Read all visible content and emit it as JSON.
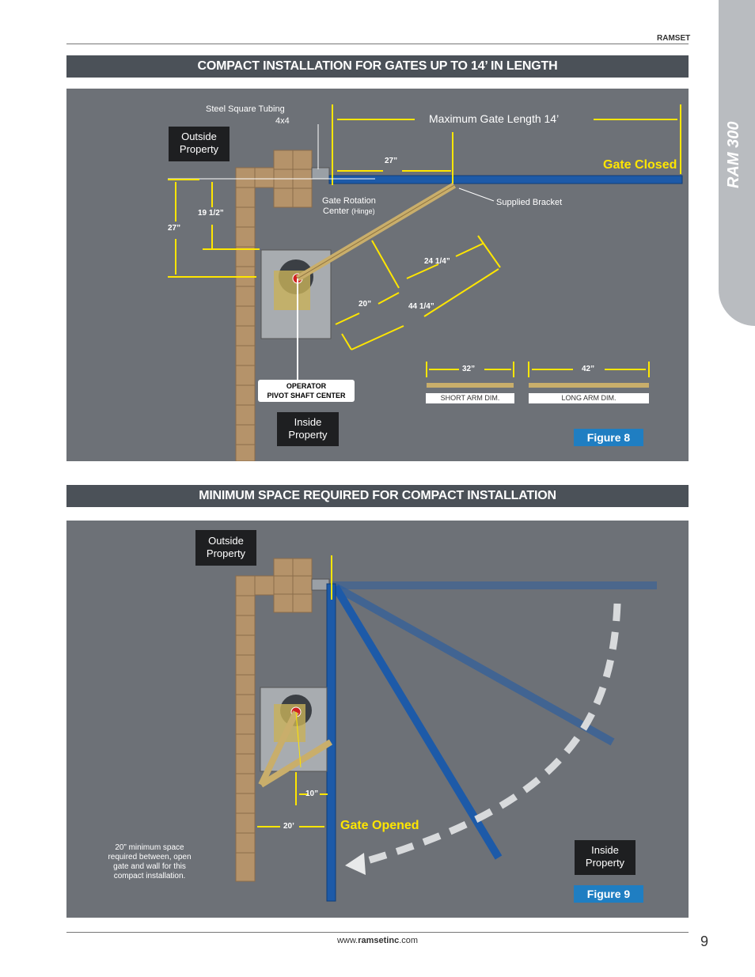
{
  "brand": "RAMSET",
  "side_tab": "RAM 300",
  "section1": {
    "heading": "COMPACT INSTALLATION FOR GATES UP TO 14’ IN LENGTH",
    "steel_tubing_line1": "Steel Square Tubing",
    "steel_tubing_line2": "4x4",
    "outside_line1": "Outside",
    "outside_line2": "Property",
    "max_gate": "Maximum Gate Length 14’",
    "gate_closed": "Gate Closed",
    "dim_27_top": "27”",
    "gate_rotation_line1": "Gate Rotation",
    "gate_rotation_line2a": "Center",
    "gate_rotation_line2b": "(Hinge)",
    "supplied_bracket": "Supplied Bracket",
    "dim_19_5": "19 1/2”",
    "dim_27_left": "27”",
    "dim_24_25": "24 1/4”",
    "dim_20": "20”",
    "dim_44_25": "44 1/4”",
    "operator_line1": "OPERATOR",
    "operator_line2": "PIVOT SHAFT CENTER",
    "inside_line1": "Inside",
    "inside_line2": "Property",
    "short_arm_dim_value": "32”",
    "long_arm_dim_value": "42”",
    "short_arm_label": "SHORT ARM DIM.",
    "long_arm_label": "LONG ARM DIM.",
    "figure": "Figure 8"
  },
  "section2": {
    "heading": "MINIMUM SPACE REQUIRED FOR COMPACT INSTALLATION",
    "outside_line1": "Outside",
    "outside_line2": "Property",
    "dim_10": "10”",
    "dim_20": "20’",
    "gate_opened": "Gate Opened",
    "note_line1": "20” minimum space",
    "note_line2": "required between, open",
    "note_line3": "gate and wall for this",
    "note_line4": "compact installation.",
    "inside_line1": "Inside",
    "inside_line2": "Property",
    "figure": "Figure 9"
  },
  "footer": {
    "prefix": "www.",
    "domain": "ramsetinc",
    "suffix": ".com",
    "page": "9"
  },
  "colors": {
    "panel_bg": "#6d7177",
    "header_bg": "#4b5158",
    "gate_blue": "#1d5aa8",
    "dimension_yellow": "#ffe600",
    "figure_blue": "#1f7ec2",
    "brick": "#b5936a",
    "tab_gray": "#b9bcc0"
  }
}
